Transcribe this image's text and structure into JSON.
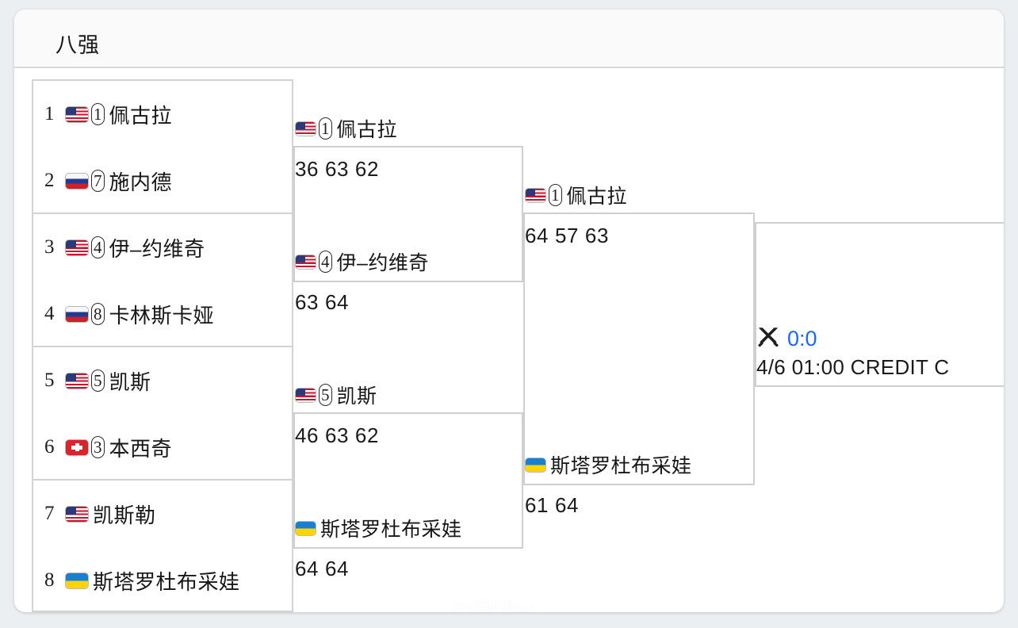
{
  "header": {
    "title": "八强"
  },
  "bracket": {
    "round1": {
      "entries": [
        {
          "no": "1",
          "flag": "us",
          "flag_name": "flag-usa",
          "seed": "1",
          "name": "佩古拉"
        },
        {
          "no": "2",
          "flag": "ru",
          "flag_name": "flag-russia",
          "seed": "7",
          "name": "施内德"
        },
        {
          "no": "3",
          "flag": "us",
          "flag_name": "flag-usa",
          "seed": "4",
          "name": "伊–约维奇"
        },
        {
          "no": "4",
          "flag": "ru",
          "flag_name": "flag-russia",
          "seed": "8",
          "name": "卡林斯卡娅"
        },
        {
          "no": "5",
          "flag": "us",
          "flag_name": "flag-usa",
          "seed": "5",
          "name": "凯斯"
        },
        {
          "no": "6",
          "flag": "ch",
          "flag_name": "flag-switzerland",
          "seed": "3",
          "name": "本西奇"
        },
        {
          "no": "7",
          "flag": "us",
          "flag_name": "flag-usa",
          "seed": "",
          "name": "凯斯勒"
        },
        {
          "no": "8",
          "flag": "ua",
          "flag_name": "flag-ukraine",
          "seed": "",
          "name": "斯塔罗杜布采娃"
        }
      ]
    },
    "round2": {
      "matches": [
        {
          "top": {
            "flag": "us",
            "flag_name": "flag-usa",
            "seed": "1",
            "name": "佩古拉",
            "score": "36 63 62"
          },
          "bottom": {
            "flag": "us",
            "flag_name": "flag-usa",
            "seed": "4",
            "name": "伊–约维奇",
            "score": "63 64"
          }
        },
        {
          "top": {
            "flag": "us",
            "flag_name": "flag-usa",
            "seed": "5",
            "name": "凯斯",
            "score": "46 63 62"
          },
          "bottom": {
            "flag": "ua",
            "flag_name": "flag-ukraine",
            "seed": "",
            "name": "斯塔罗杜布采娃",
            "score": "64 64"
          }
        }
      ]
    },
    "round3": {
      "matches": [
        {
          "flag": "us",
          "flag_name": "flag-usa",
          "seed": "1",
          "name": "佩古拉",
          "score": "64 57 63"
        },
        {
          "flag": "ua",
          "flag_name": "flag-ukraine",
          "seed": "",
          "name": "斯塔罗杜布采娃",
          "score": "61 64"
        }
      ]
    },
    "final": {
      "icon_name": "crossed-swords-icon",
      "score": "0:0",
      "score_color": "#1769ff",
      "meta": "4/6 01:00 CREDIT C"
    }
  },
  "watermark": {
    "icon_name": "weibo-logo-icon",
    "text": "@网球HL"
  }
}
